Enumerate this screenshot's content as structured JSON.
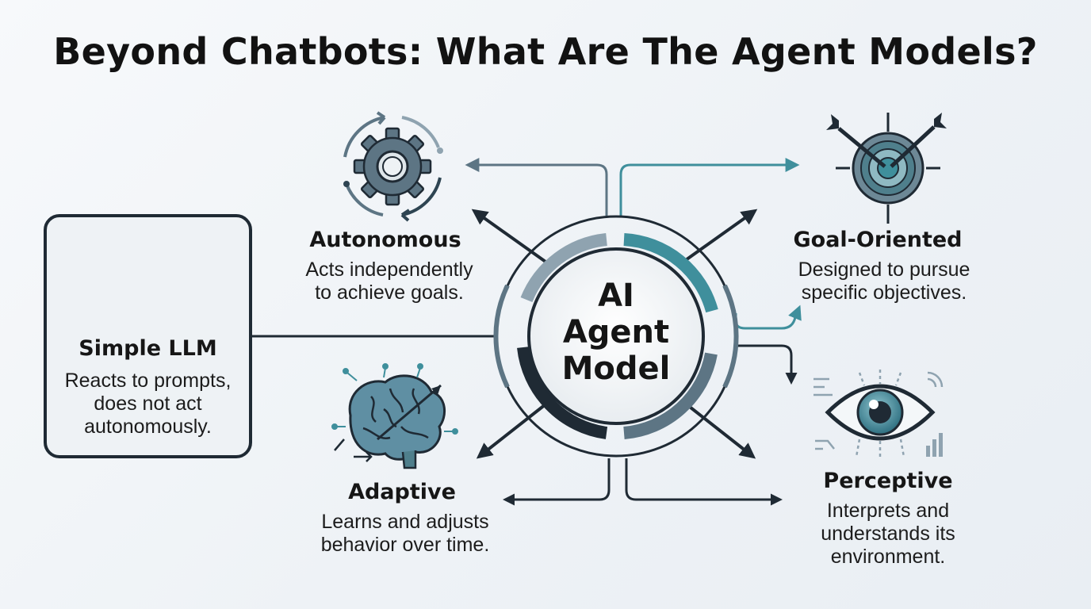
{
  "title": "Beyond Chatbots: What Are The Agent Models?",
  "center": {
    "lines": [
      "AI",
      "Agent",
      "Model"
    ]
  },
  "simple_llm": {
    "heading": "Simple LLM",
    "description": [
      "Reacts to prompts,",
      "does not act",
      "autonomously."
    ],
    "icon": "chat-bubbles-icon"
  },
  "autonomous": {
    "heading": "Autonomous",
    "description": [
      "Acts independently",
      "to achieve goals."
    ],
    "icon": "gear-icon"
  },
  "goal_oriented": {
    "heading": "Goal-Oriented",
    "description": [
      "Designed to pursue",
      "specific objectives."
    ],
    "icon": "target-icon"
  },
  "adaptive": {
    "heading": "Adaptive",
    "description": [
      "Learns and adjusts",
      "behavior over time."
    ],
    "icon": "brain-icon"
  },
  "perceptive": {
    "heading": "Perceptive",
    "description": [
      "Interprets and",
      "understands its",
      "environment."
    ],
    "icon": "eye-icon"
  },
  "colors": {
    "dark": "#1f2a34",
    "teal": "#3f8f9c",
    "slate": "#5d7584",
    "light_slate": "#8fa3b0"
  }
}
